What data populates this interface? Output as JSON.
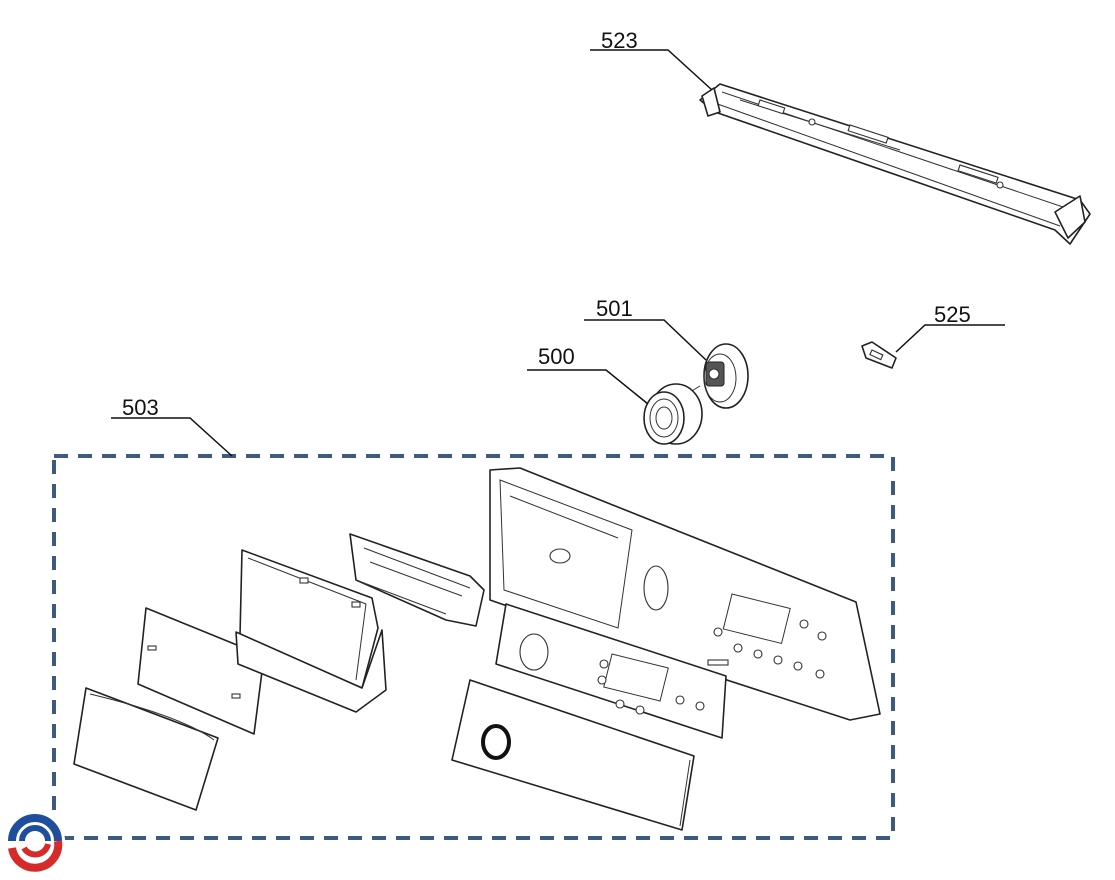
{
  "callouts": {
    "p523": "523",
    "p501": "501",
    "p525": "525",
    "p500": "500",
    "p503": "503"
  },
  "group_box_color": "#3d5a80",
  "logo": {
    "icon": "brand-swirl-logo",
    "colors": [
      "#1f4e9c",
      "#d62b2b"
    ]
  }
}
